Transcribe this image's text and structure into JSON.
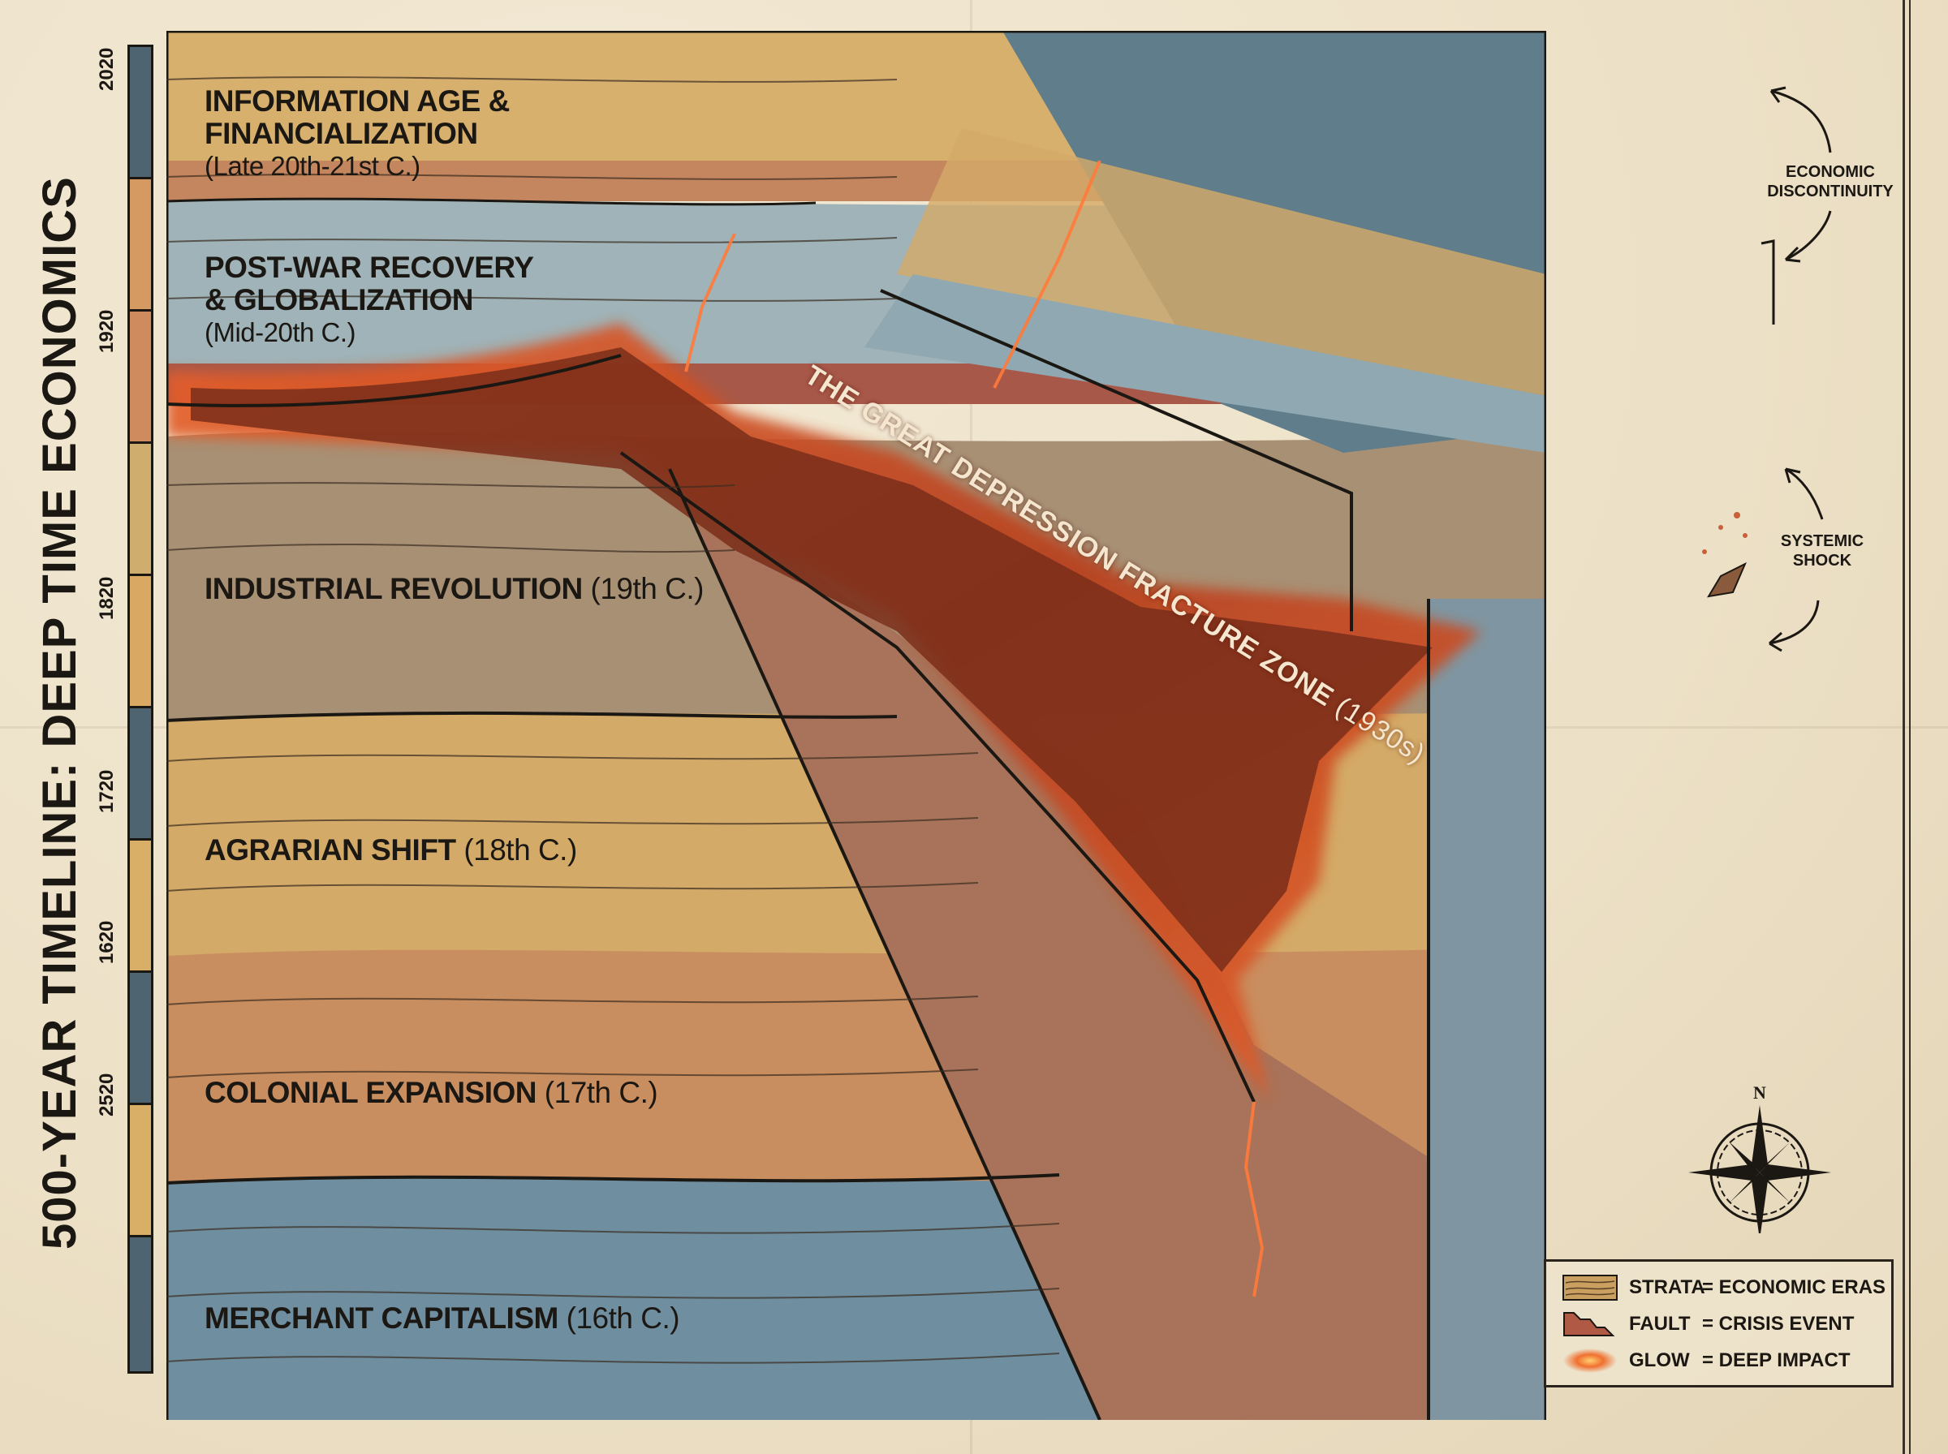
{
  "title": "500-YEAR TIMELINE: DEEP TIME ECONOMICS",
  "timeline": {
    "ticks": [
      "2020",
      "1920",
      "1820",
      "1720",
      "1620",
      "2520"
    ],
    "segment_colors": [
      "#4e6470",
      "#d49a62",
      "#cf8b5e",
      "#cfad6e",
      "#d9a862",
      "#4e6470",
      "#d9ae66",
      "#4e6470",
      "#d9ae66",
      "#4e6470"
    ]
  },
  "eras": [
    {
      "name": "INFORMATION AGE &",
      "name2": "FINANCIALIZATION",
      "period": "(Late 20th-21st C.)",
      "color": "#d8b06e"
    },
    {
      "name": "POST-WAR RECOVERY",
      "name2": "& GLOBALIZATION",
      "period": "(Mid-20th C.)",
      "color": "#9fb3b8"
    },
    {
      "name": "INDUSTRIAL REVOLUTION",
      "period": "(19th C.)",
      "color": "#a89075"
    },
    {
      "name": "AGRARIAN SHIFT",
      "period": "(18th C.)",
      "color": "#d4aa68"
    },
    {
      "name": "COLONIAL EXPANSION",
      "period": "(17th C.)",
      "color": "#c98e60"
    },
    {
      "name": "MERCHANT CAPITALISM",
      "period": "(16th C.)",
      "color": "#6f8ea0"
    }
  ],
  "fracture": {
    "label": "THE GREAT DEPRESSION FRACTURE ZONE",
    "years": "(1930s)",
    "glow_color": "#e8602a",
    "core_color": "#7a2e1a"
  },
  "annotations": {
    "discontinuity": [
      "ECONOMIC",
      "DISCONTINUITY"
    ],
    "shock": [
      "SYSTEMIC",
      "SHOCK"
    ]
  },
  "compass": {
    "north_label": "N"
  },
  "legend": {
    "items": [
      {
        "term": "STRATA",
        "definition": "= ECONOMIC ERAS",
        "icon": "strata-swatch-icon"
      },
      {
        "term": "FAULT",
        "definition": "= CRISIS EVENT",
        "icon": "fault-step-icon"
      },
      {
        "term": "GLOW",
        "definition": "= DEEP IMPACT",
        "icon": "glow-oval-icon"
      }
    ]
  }
}
